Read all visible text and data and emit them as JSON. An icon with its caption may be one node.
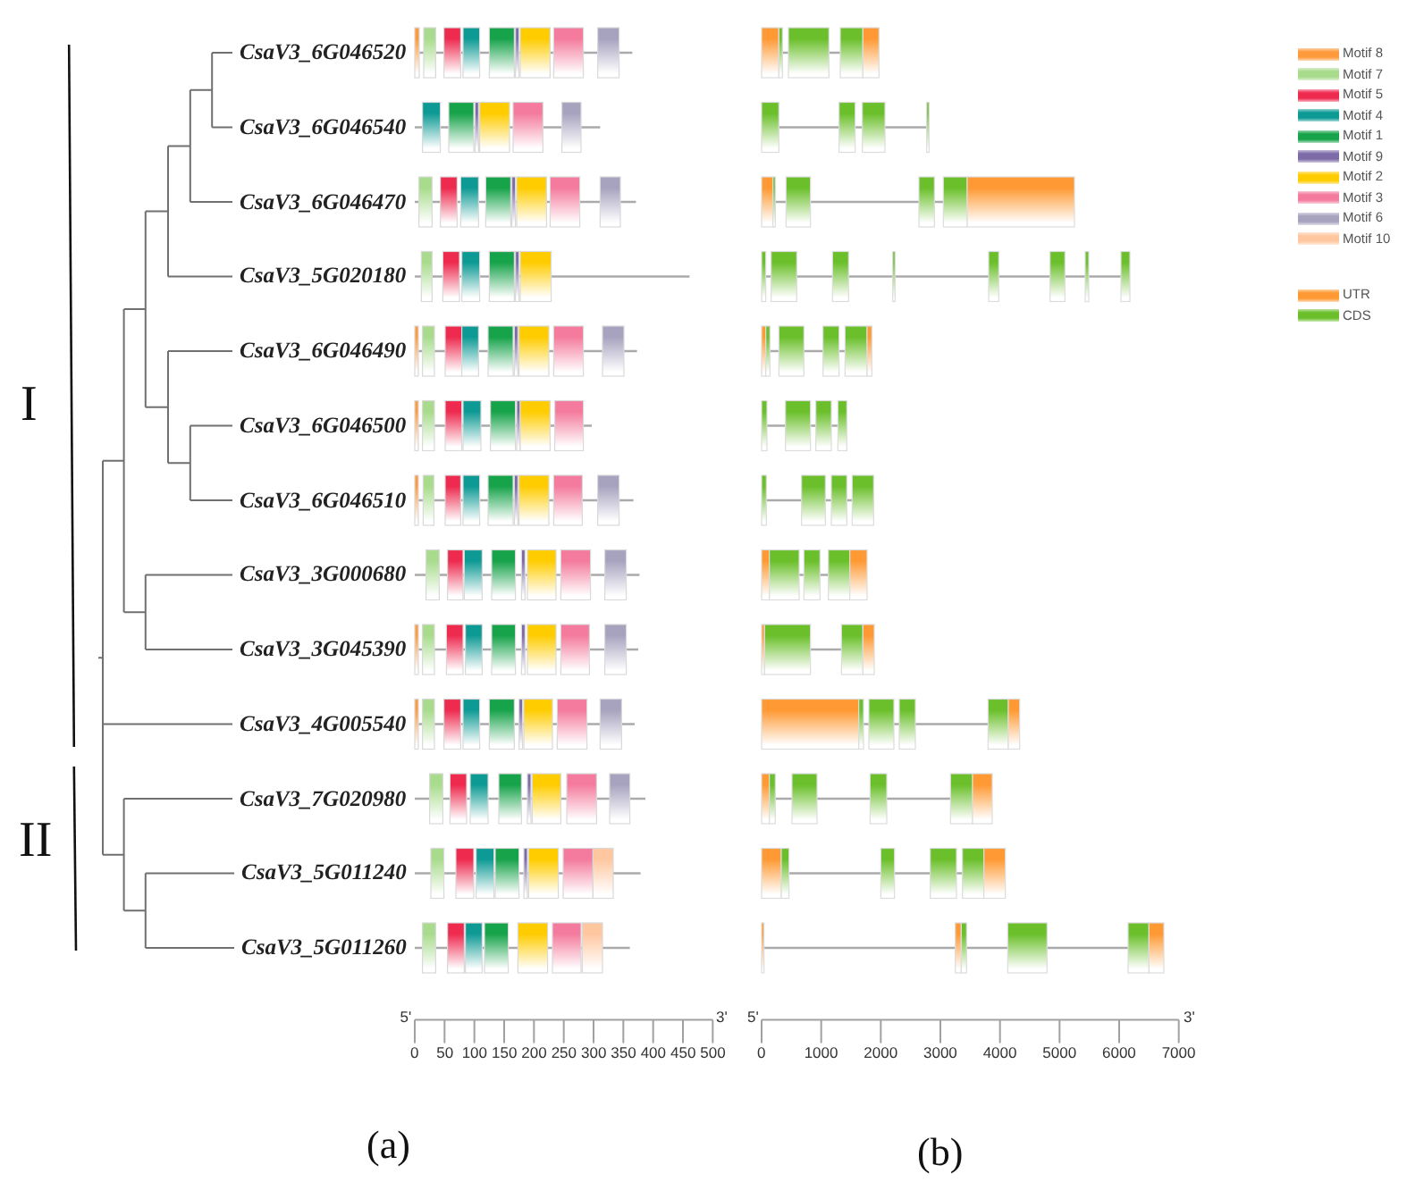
{
  "diagram": {
    "labels": [
      "CsaV3_6G046520",
      "CsaV3_6G046540",
      "CsaV3_6G046470",
      "CsaV3_5G020180",
      "CsaV3_6G046490",
      "CsaV3_6G046500",
      "CsaV3_6G046510",
      "CsaV3_3G000680",
      "CsaV3_3G045390",
      "CsaV3_4G005540",
      "CsaV3_7G020980",
      "CsaV3_5G011240",
      "CsaV3_5G011260",
      "I",
      "II",
      "5'",
      "3'",
      "0",
      "50",
      "100",
      "150",
      "200",
      "250",
      "300",
      "350",
      "400",
      "450",
      "500",
      "5'",
      "3'",
      "0",
      "1000",
      "2000",
      "3000",
      "4000",
      "5000",
      "6000",
      "7000",
      "(a)",
      "(b)"
    ],
    "legend": [
      {
        "text": "Motif 8",
        "color": "#ff9a3c"
      },
      {
        "text": "Motif 7",
        "color": "#a8dc8c"
      },
      {
        "text": "Motif 5",
        "color": "#ee2a4f"
      },
      {
        "text": "Motif 4",
        "color": "#0e9a94"
      },
      {
        "text": "Motif 1",
        "color": "#17a34a"
      },
      {
        "text": "Motif 9",
        "color": "#7d6ba8"
      },
      {
        "text": "Motif 2",
        "color": "#ffcc00"
      },
      {
        "text": "Motif 3",
        "color": "#f47b9d"
      },
      {
        "text": "Motif 6",
        "color": "#a7a3bf"
      },
      {
        "text": "Motif 10",
        "color": "#ffc7a0"
      },
      {
        "text": "UTR",
        "color": "#ff9933"
      },
      {
        "text": "CDS",
        "color": "#6abf2a"
      }
    ]
  }
}
